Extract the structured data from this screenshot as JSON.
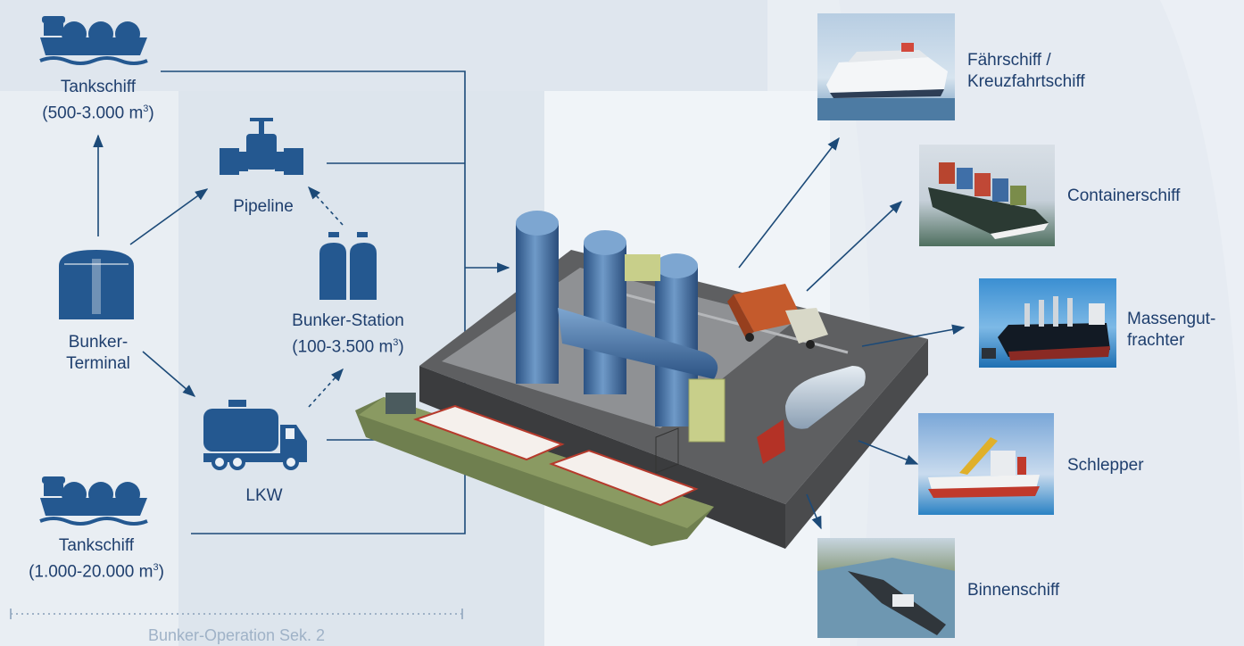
{
  "colors": {
    "navy": "#1c4a78",
    "icon": "#245890",
    "text": "#1f3f6e",
    "caption": "#9fb2c7",
    "background": "#eaeff4"
  },
  "sources": {
    "tanker_top": {
      "name": "Tankschiff",
      "capacity": "(500-3.000 m",
      "capacity_sup": "3",
      "capacity_end": ")",
      "icon": "tanker-ship-icon"
    },
    "tanker_bottom": {
      "name": "Tankschiff",
      "capacity": "(1.000-20.000 m",
      "capacity_sup": "3",
      "capacity_end": ")",
      "icon": "tanker-ship-icon"
    },
    "terminal": {
      "line1": "Bunker-",
      "line2": "Terminal",
      "icon": "storage-tank-icon"
    },
    "pipeline": {
      "name": "Pipeline",
      "icon": "valve-pipe-icon"
    },
    "station": {
      "name": "Bunker-Station",
      "capacity": "(100-3.500 m",
      "capacity_sup": "3",
      "capacity_end": ")",
      "icon": "gas-cylinders-icon"
    },
    "truck": {
      "name": "LKW",
      "icon": "tank-truck-icon"
    }
  },
  "caption": "Bunker-Operation Sek. 2",
  "targets": [
    {
      "line1": "Fährschiff /",
      "line2": "Kreuzfahrtschiff",
      "photo": "cruise-ship-photo"
    },
    {
      "line1": "Containerschiff",
      "line2": "",
      "photo": "container-ship-photo"
    },
    {
      "line1": "Massengut-",
      "line2": "frachter",
      "photo": "bulk-carrier-photo"
    },
    {
      "line1": "Schlepper",
      "line2": "",
      "photo": "tug-photo"
    },
    {
      "line1": "Binnenschiff",
      "line2": "",
      "photo": "inland-ship-photo"
    }
  ]
}
